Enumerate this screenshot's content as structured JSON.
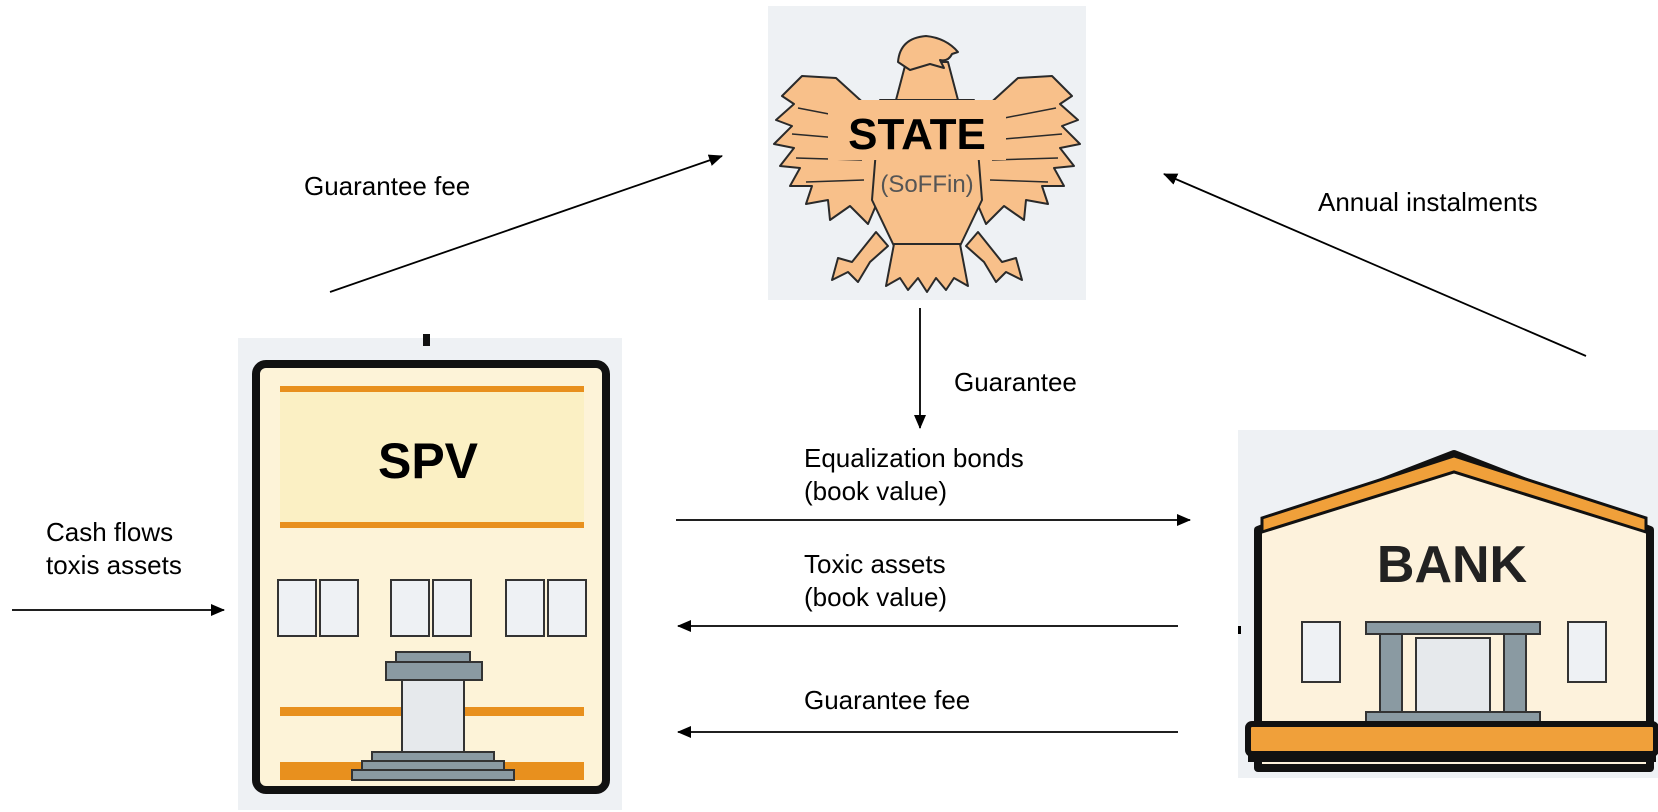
{
  "state": {
    "title": "STATE",
    "subtitle": "(SoFFin)",
    "colors": {
      "eagle": "#f8c08a",
      "eagle_stroke": "#2a2a2a",
      "backdrop": "#eef1f4"
    }
  },
  "spv": {
    "title": "SPV",
    "colors": {
      "facade": "#fdf3d8",
      "band": "#fbf0c4",
      "accent": "#e8901e",
      "outline": "#111111",
      "gray": "#8a9aa2"
    }
  },
  "bank": {
    "title": "BANK",
    "colors": {
      "wall": "#fdf2dc",
      "accent": "#f0a03a",
      "outline": "#111111",
      "gray": "#8a9aa2"
    }
  },
  "labels": {
    "guarantee_fee_top": "Guarantee fee",
    "annual_instalments": "Annual instalments",
    "guarantee": "Guarantee",
    "equalization_line1": "Equalization bonds",
    "equalization_line2": "(book value)",
    "toxic_line1": "Toxic assets",
    "toxic_line2": "(book value)",
    "guarantee_fee_bottom": "Guarantee fee",
    "cash_flows_line1": "Cash flows",
    "cash_flows_line2": "toxis assets"
  }
}
